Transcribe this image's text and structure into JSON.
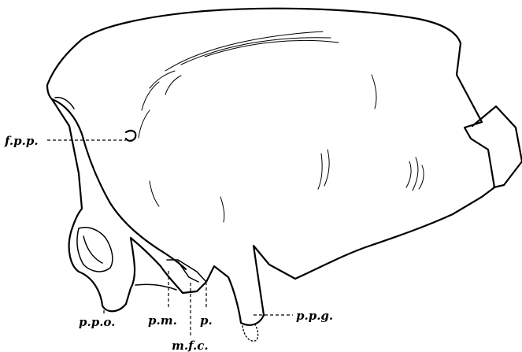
{
  "labels": {
    "fpp": "f.p.p.",
    "ppo": "p.p.o.",
    "pm": "p.m.",
    "mfc": "m.f.c.",
    "p": "p.",
    "ppg": "p.p.g."
  }
}
